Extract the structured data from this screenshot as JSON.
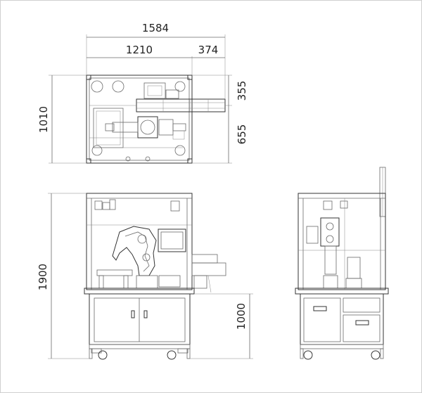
{
  "dimensions": {
    "width_total": "1584",
    "width_main": "1210",
    "width_extension": "374",
    "depth_upper": "355",
    "depth_lower": "655",
    "depth_total": "1010",
    "height_total": "1900",
    "height_table": "1000"
  },
  "colors": {
    "line": "#6a6a6a",
    "dark": "#333333",
    "text": "#222222"
  }
}
